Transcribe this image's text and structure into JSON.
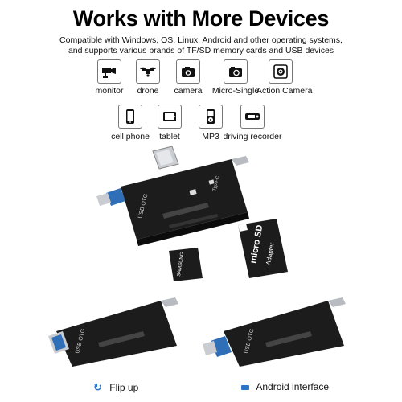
{
  "header": {
    "title": "Works with More Devices",
    "subtitle_line1": "Compatible with Windows, OS, Linux, Android and other operating systems,",
    "subtitle_line2": "and supports various brands of TF/SD memory cards and USB devices"
  },
  "devices": [
    {
      "label": "monitor",
      "icon": "monitor-icon"
    },
    {
      "label": "drone",
      "icon": "drone-icon"
    },
    {
      "label": "camera",
      "icon": "camera-icon"
    },
    {
      "label": "Micro-Single",
      "icon": "micro-single-camera-icon"
    },
    {
      "label": "Action Camera",
      "icon": "action-camera-icon"
    },
    {
      "label": "cell phone",
      "icon": "cell-phone-icon"
    },
    {
      "label": "tablet",
      "icon": "tablet-icon"
    },
    {
      "label": "MP3",
      "icon": "mp3-player-icon"
    },
    {
      "label": "driving recorder",
      "icon": "driving-recorder-icon"
    }
  ],
  "product_labels": {
    "usb_otg": "USB OTG",
    "type_c": "Type-C",
    "card_sd_label": "micro SD",
    "adapter": "Adapter",
    "samsung": "SAMSUNG"
  },
  "captions": {
    "flip_up": "Flip up",
    "android_interface": "Android interface"
  },
  "colors": {
    "reader_body": "#1c1c1c",
    "micro_usb_blue": "#2f6fb8",
    "caption_icon": "#2b74c8"
  }
}
